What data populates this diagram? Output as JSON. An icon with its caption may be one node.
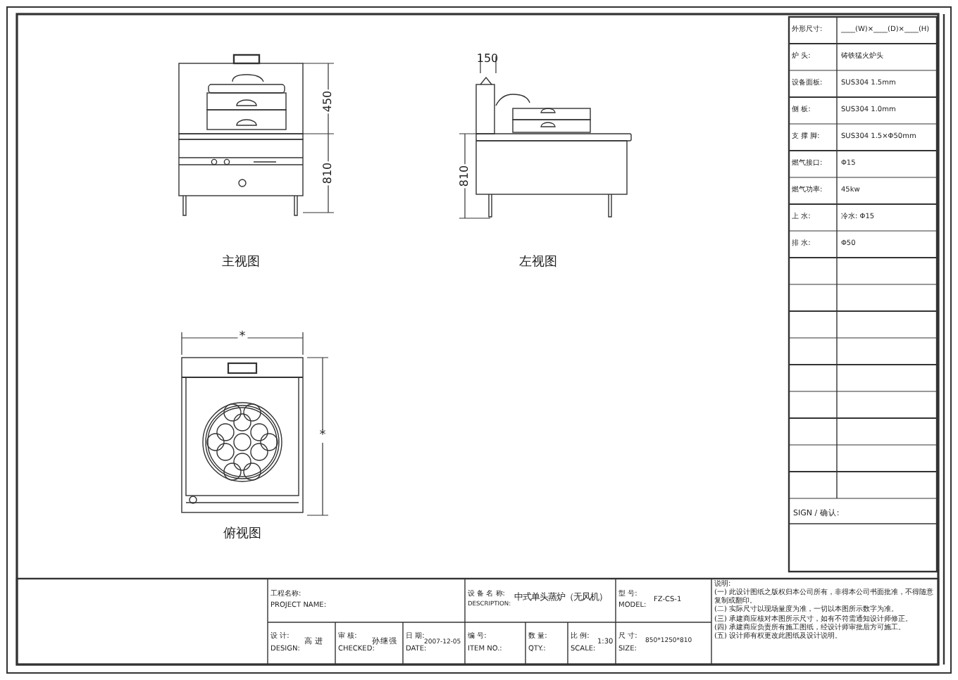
{
  "diagram": {
    "labels": [
      "450",
      "810",
      "主视图",
      "150",
      "810",
      "左视图",
      "*",
      "*",
      "俯视图",
      "外形尺寸:",
      "____(W)×____(D)×____(H)",
      "炉 头:",
      "铸铁猛火炉头",
      "设备面板:",
      "SUS304 1.5mm",
      "侧 板:",
      "SUS304 1.0mm",
      "支 撑 脚:",
      "SUS304 1.5×Φ50mm",
      "燃气接口:",
      "Φ15",
      "燃气功率:",
      "45kw",
      "上 水:",
      "冷水: Φ15",
      "排 水:",
      "Φ50",
      "SIGN / 确认:",
      "工程名称:",
      "PROJECT NAME:",
      "设 计:",
      "DESIGN:",
      "高 进",
      "审 核:",
      "CHECKED:",
      "孙继强",
      "日 期:",
      "DATE:",
      "2007-12-05",
      "设 备 名 称:",
      "DESCRIPTION:",
      "中式单头蒸炉（无风机）",
      "型 号:",
      "MODEL:",
      "FZ-CS-1",
      "编 号:",
      "ITEM NO.:",
      "数 量:",
      "QTY.:",
      "比 例:",
      "SCALE:",
      "1:30",
      "尺 寸:",
      "SIZE:",
      "850*1250*810",
      "说明:",
      "(一) 此设计图纸之版权归本公司所有，非得本公司书面批准，不得随意复制或翻印。",
      "(二) 实际尺寸以现场量度为准，一切以本图所示数字为准。",
      "(三) 承建商应核对本图所示尺寸，如有不符需通知设计师修正。",
      "(四) 承建商应负责所有施工图纸，经设计师审批后方可施工。",
      "(五) 设计师有权更改此图纸及设计说明。"
    ]
  }
}
